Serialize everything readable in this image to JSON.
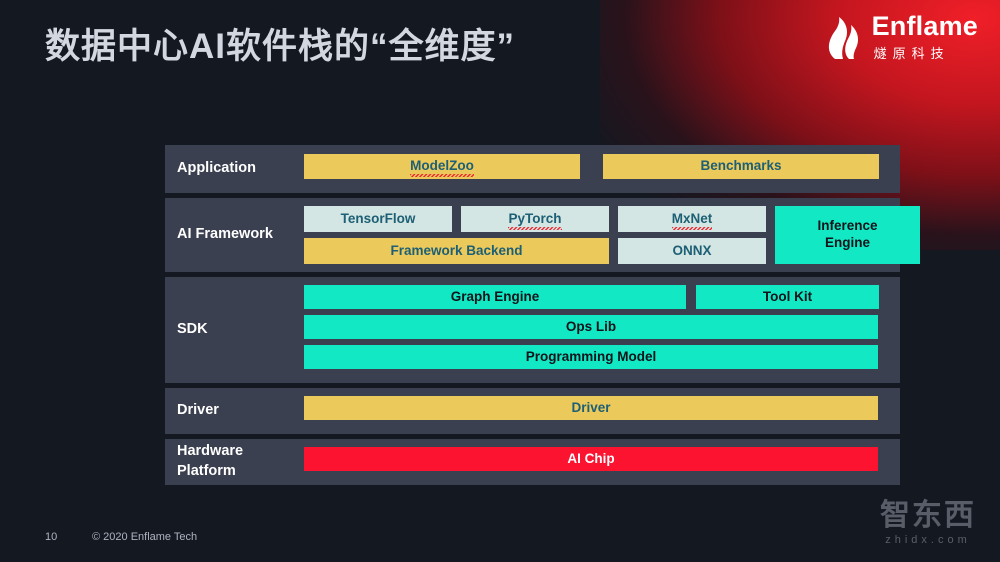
{
  "slide": {
    "title": "数据中心AI软件栈的“全维度”",
    "background_color": "#141821",
    "row_color": "#3b4050",
    "accent_glow_color": "#f01f28"
  },
  "brand": {
    "name": "Enflame",
    "name_cn": "燧原科技",
    "flame_icon": "flame-icon"
  },
  "colors": {
    "yellow": "#ecc95b",
    "pale_blue": "#d3e6e3",
    "cyan": "#12e9c4",
    "red": "#fb1330",
    "label_text": "#1d5f74"
  },
  "stack": {
    "rows": [
      {
        "label": "Application",
        "bands": [
          {
            "boxes": [
              {
                "label": "ModelZoo",
                "color": "yellow",
                "flex": "276",
                "spellcheck_underline": true
              },
              {
                "label": "Benchmarks",
                "color": "yellow",
                "flex": "276",
                "spellcheck_underline": false
              }
            ]
          }
        ]
      },
      {
        "label": "AI Framework",
        "bands": [
          {
            "boxes": [
              {
                "label": "TensorFlow",
                "color": "pale",
                "flex": "148",
                "spellcheck_underline": false
              },
              {
                "label": "PyTorch",
                "color": "pale",
                "flex": "148",
                "spellcheck_underline": true
              },
              {
                "label": "MxNet",
                "color": "pale",
                "flex": "148",
                "spellcheck_underline": true
              }
            ]
          },
          {
            "boxes": [
              {
                "label": "Framework Backend",
                "color": "yellow",
                "flex": "305",
                "spellcheck_underline": false
              },
              {
                "label": "ONNX",
                "color": "pale",
                "flex": "148",
                "spellcheck_underline": false
              }
            ]
          },
          {
            "boxes": [
              {
                "label": "Inference Engine",
                "color": "cyan",
                "flex": "145",
                "spellcheck_underline": false
              }
            ]
          }
        ]
      },
      {
        "label": "SDK",
        "bands": [
          {
            "boxes": [
              {
                "label": "Graph Engine",
                "color": "cyan",
                "flex": "382",
                "spellcheck_underline": false
              },
              {
                "label": "Tool Kit",
                "color": "cyan",
                "flex": "183",
                "spellcheck_underline": false
              }
            ]
          },
          {
            "boxes": [
              {
                "label": "Ops Lib",
                "color": "cyan",
                "flex": "574",
                "spellcheck_underline": false
              }
            ]
          },
          {
            "boxes": [
              {
                "label": "Programming Model",
                "color": "cyan",
                "flex": "574",
                "spellcheck_underline": false
              }
            ]
          }
        ]
      },
      {
        "label": "Driver",
        "bands": [
          {
            "boxes": [
              {
                "label": "Driver",
                "color": "yellow",
                "flex": "574",
                "spellcheck_underline": false
              }
            ]
          }
        ]
      },
      {
        "label": "Hardware Platform",
        "label_line1": "Hardware",
        "label_line2": "Platform",
        "bands": [
          {
            "boxes": [
              {
                "label": "AI Chip",
                "color": "red",
                "flex": "574",
                "spellcheck_underline": false
              }
            ]
          }
        ]
      }
    ]
  },
  "footer": {
    "page_number": "10",
    "copyright": "© 2020 Enflame Tech"
  },
  "watermark": {
    "cn": "智东西",
    "en": "zhidx.com"
  }
}
